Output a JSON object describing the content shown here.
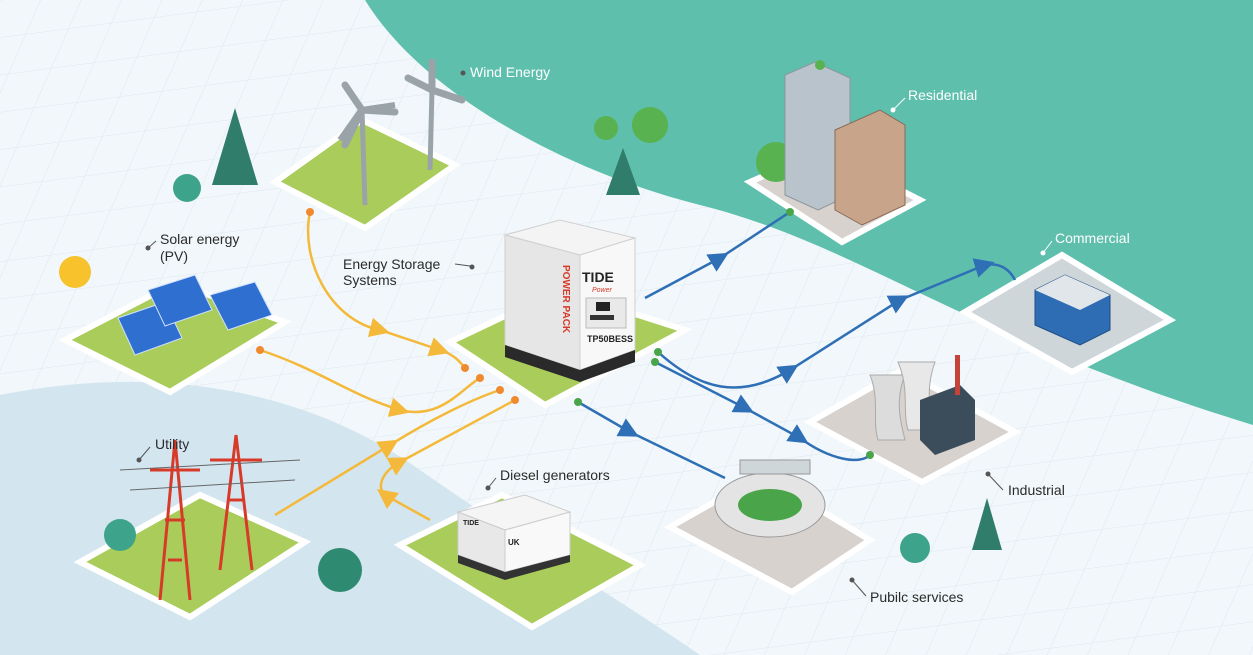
{
  "title": "Energy Storage Systems diagram",
  "sources": {
    "wind": "Wind Energy",
    "solar_line1": "Solar energy",
    "solar_line2": "(PV)",
    "utility": "Utility",
    "diesel": "Diesel generators"
  },
  "storage": {
    "label_line1": "Energy Storage",
    "label_line2": "Systems",
    "brand": "TIDE",
    "brand_sub": "Power",
    "side_text": "POWER PACK",
    "model": "TP50BESS"
  },
  "generator": {
    "brand": "TIDE",
    "badge": "UK"
  },
  "loads": {
    "residential": "Residential",
    "commercial": "Commercial",
    "industrial": "Industrial",
    "public": "Pubilc services"
  },
  "colors": {
    "teal": "#5ebfad",
    "input_line": "#f4b93a",
    "output_line": "#2f6fb6",
    "platform": "#a9cc5a",
    "water": "#cfe4ef"
  }
}
